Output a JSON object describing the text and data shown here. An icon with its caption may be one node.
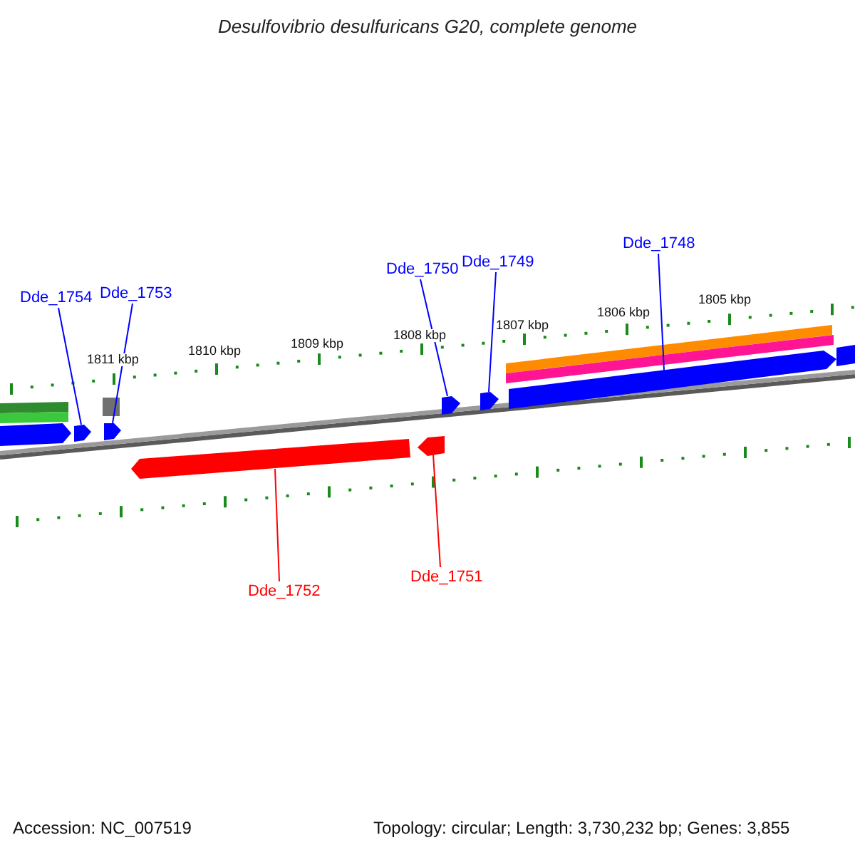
{
  "diagram": {
    "title": "Desulfovibrio desulfuricans G20, complete genome",
    "nodes": [
      {
        "text": [
          "Dde_1754"
        ]
      },
      {
        "text": [
          "Dde_1753"
        ]
      },
      {
        "text": [
          "Dde_1750"
        ]
      },
      {
        "text": [
          "Dde_1749"
        ]
      },
      {
        "text": [
          "Dde_1748"
        ]
      },
      {
        "text": [],
        "shape": "bar"
      },
      {
        "text": [],
        "shape": "bar"
      },
      {
        "text": [],
        "shape": "bar"
      },
      {
        "text": [],
        "shape": "bar"
      },
      {
        "text": [],
        "shape": "bar"
      },
      {
        "text": [],
        "shape": "bar"
      },
      {
        "text": [],
        "shape": "bar"
      },
      {
        "text": [
          "Dde_1752"
        ]
      },
      {
        "text": [
          "Dde_1751"
        ]
      }
    ],
    "edges": [
      {
        "from": 0,
        "to": 5,
        "arrow": "none"
      },
      {
        "from": 1,
        "to": 6,
        "arrow": "none"
      },
      {
        "from": 2,
        "to": 7,
        "arrow": "none"
      },
      {
        "from": 3,
        "to": 8,
        "arrow": "none"
      },
      {
        "from": 4,
        "to": 9,
        "arrow": "none"
      },
      {
        "from": 12,
        "to": 10,
        "arrow": "none",
        "color": "#ff0000"
      },
      {
        "from": 13,
        "to": 11,
        "arrow": "none",
        "color": "#ff0000"
      }
    ],
    "labels": [
      "1805 kbp",
      "1806 kbp",
      "1807 kbp",
      "1808 kbp",
      "1809 kbp",
      "1810 kbp",
      "1811 kbp",
      "Accession: NC_007519",
      "Topology: circular; Length: 3,730,232 bp; Genes: 3,855"
    ]
  }
}
